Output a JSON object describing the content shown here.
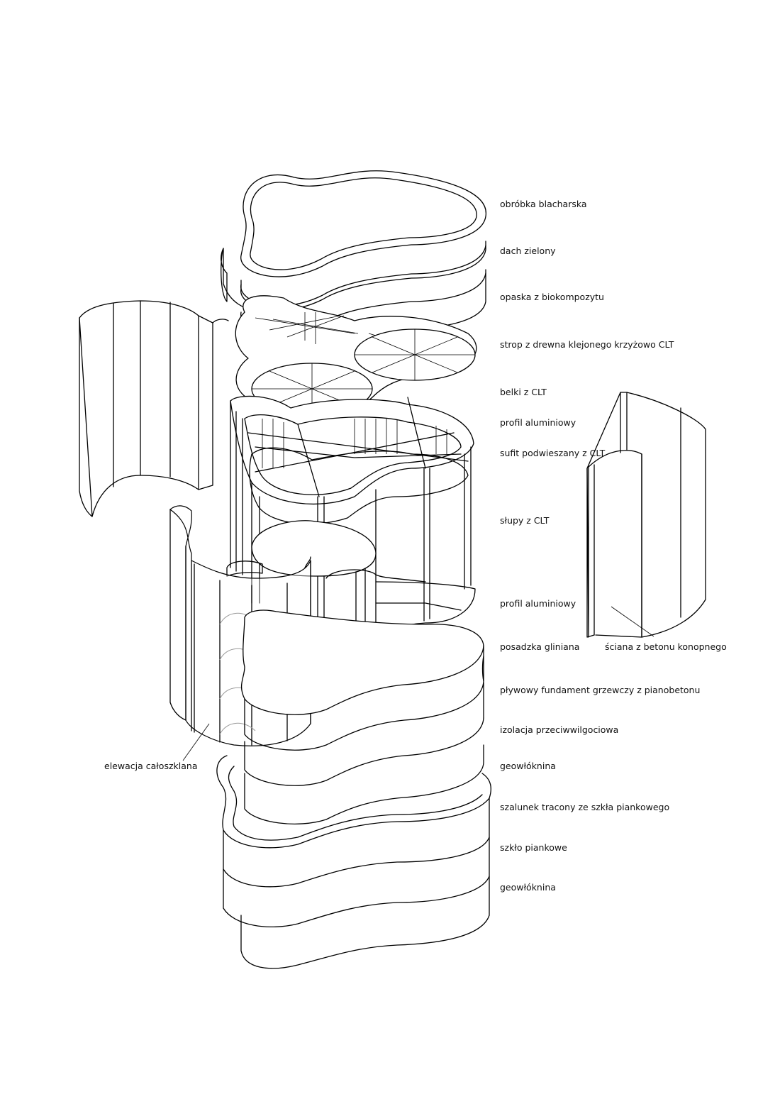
{
  "labels": {
    "l1": "obróbka blacharska",
    "l2": "dach zielony",
    "l3": "opaska z biokompozytu",
    "l4": "strop z drewna klejonego krzyżowo CLT",
    "l5": "belki z CLT",
    "l6": "profil aluminiowy",
    "l7": "sufit podwieszany z CLT",
    "l8": "słupy z CLT",
    "l9": "profil aluminiowy",
    "l10": "posadzka gliniana",
    "l11": "ściana z betonu konopnego",
    "l12": "pływowy fundament grzewczy z pianobetonu",
    "l13": "izolacja przeciwwilgociowa",
    "l14": "geowłóknina",
    "l15": "elewacja całoszklana",
    "l16": "szalunek tracony ze szkła piankowego",
    "l17": "szkło piankowe",
    "l18": "geowłóknina"
  },
  "colors": {
    "line": "#000000",
    "background": "#ffffff"
  }
}
